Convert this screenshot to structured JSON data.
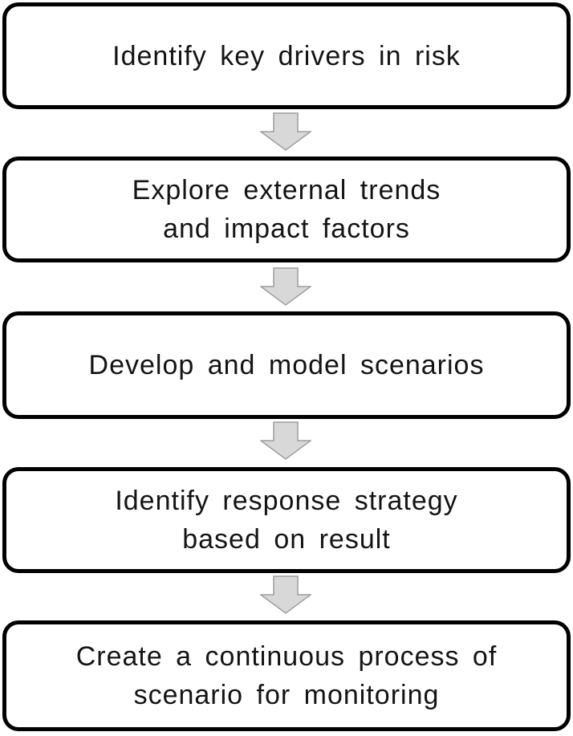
{
  "flowchart": {
    "type": "vertical-process-flow",
    "steps": [
      {
        "label": "Identify key drivers in risk"
      },
      {
        "label": "Explore external trends\nand impact factors"
      },
      {
        "label": "Develop and model scenarios"
      },
      {
        "label": "Identify response strategy\nbased on result"
      },
      {
        "label": "Create a continuous process of\nscenario for monitoring"
      }
    ],
    "connector": {
      "icon": "down-block-arrow",
      "count": 4
    },
    "colors": {
      "box_border": "#000000",
      "box_fill": "#ffffff",
      "text": "#141414",
      "arrow_fill": "#d8d8d8",
      "arrow_border": "#9e9e9e",
      "background": "#ffffff"
    }
  }
}
